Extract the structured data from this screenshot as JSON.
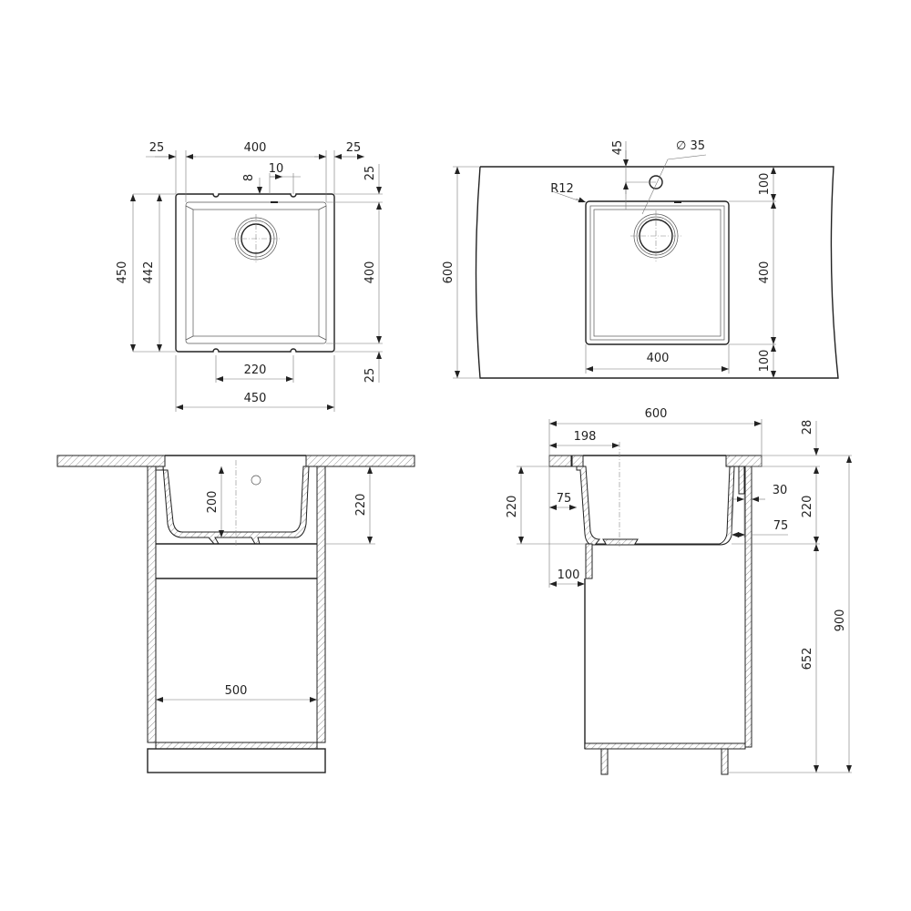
{
  "colors": {
    "line": "#222222",
    "dimension": "#777777",
    "background": "#ffffff"
  },
  "top_view": {
    "dim_left_margin": "25",
    "dim_width_inner": "400",
    "dim_right_margin": "25",
    "dim_tap_offset": "10",
    "dim_tap_depth": "8",
    "dim_outer_height": "450",
    "dim_height_442": "442",
    "dim_right_top": "25",
    "dim_right_inner": "400",
    "dim_right_bottom": "25",
    "dim_clip_spacing": "220",
    "dim_outer_width": "450"
  },
  "countertop_view": {
    "dim_counter_depth": "600",
    "dim_tap_distance": "45",
    "dim_tap_hole": "∅ 35",
    "dim_corner_radius": "R12",
    "dim_front_gap": "100",
    "dim_cutout_height": "400",
    "dim_back_gap": "100",
    "dim_cutout_width": "400"
  },
  "front_section": {
    "dim_bowl_depth": "200",
    "dim_total_depth": "220",
    "dim_cabinet_inner": "500"
  },
  "side_section": {
    "dim_depth": "600",
    "dim_front_offset": "198",
    "dim_counter_thickness": "28",
    "dim_sink_depth_right": "220",
    "dim_cabinet_height": "652",
    "dim_total_height": "900",
    "dim_sink_depth_left": "220",
    "dim_front_75": "75",
    "dim_front_100": "100",
    "dim_back_30": "30",
    "dim_back_75": "75"
  }
}
